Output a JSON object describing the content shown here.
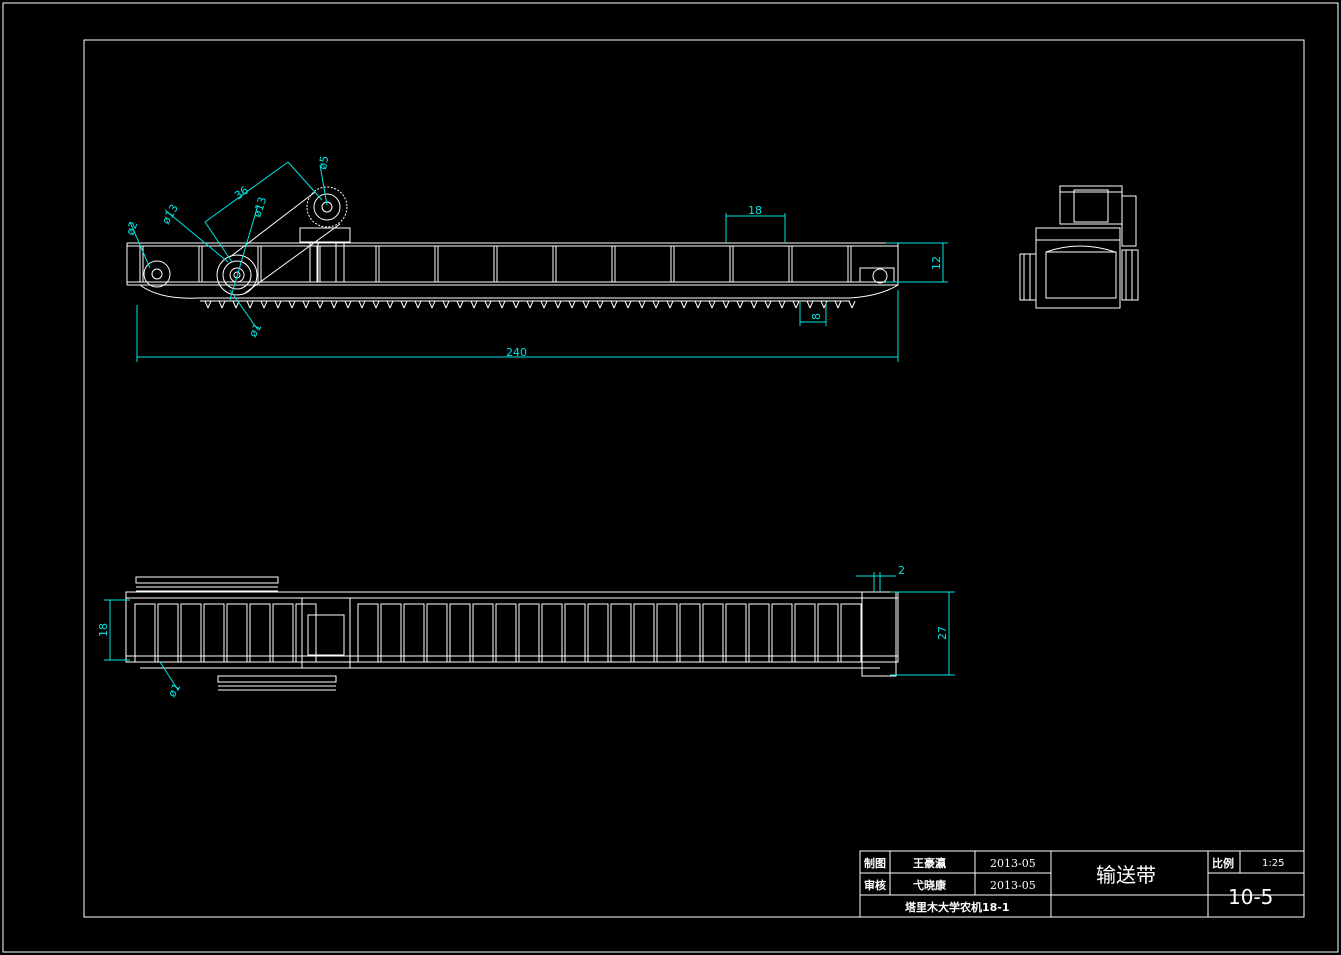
{
  "dimensions": {
    "d_240": "240",
    "d_12": "12",
    "d_18_top": "18",
    "d_8": "8",
    "d_36": "36",
    "d_phi13a": "ø13",
    "d_phi13b": "ø13",
    "d_phi5": "ø5",
    "d_phi2": "ø2",
    "d_phi1_top": "ø1",
    "d_18_bottom": "18",
    "d_27": "27",
    "d_2": "2",
    "d_phi1_bottom": "ø1"
  },
  "title_block": {
    "row1_role": "制图",
    "row1_name": "王豪瀛",
    "row1_date": "2013-05",
    "row2_role": "审核",
    "row2_name": "弋晓康",
    "row2_date": "2013-05",
    "school": "塔里木大学农机18-1",
    "drawing_title": "输送带",
    "scale_label": "比例",
    "scale_value": "1:25",
    "drawing_number": "10-5"
  }
}
